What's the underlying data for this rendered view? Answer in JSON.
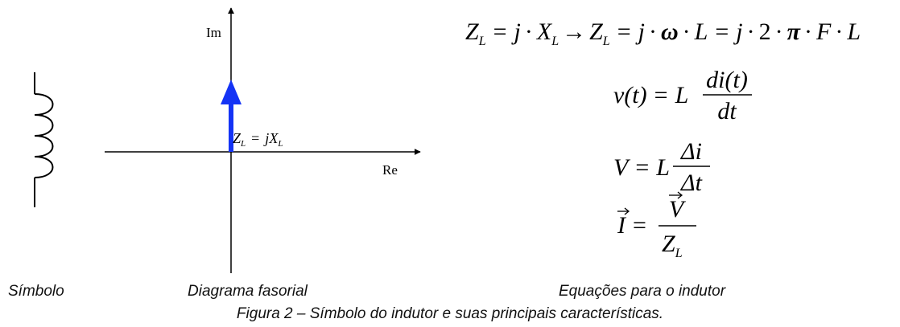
{
  "diagram": {
    "axis_labels": {
      "imaginary": "Im",
      "real": "Re"
    },
    "phasor_label": {
      "main": "Z",
      "sub": "L",
      "eq": "=",
      "j": "j",
      "x": "X",
      "sub2": "L"
    },
    "colors": {
      "phasor": "#1433f5",
      "ink": "#000000"
    }
  },
  "equations": {
    "eq1": {
      "z1": "Z",
      "sub1": "L",
      "eq1": "=",
      "j1": "j",
      "dot1": "·",
      "x": "X",
      "sub2": "L",
      "arrow": "→",
      "z2": "Z",
      "sub3": "L",
      "eq2": "=",
      "j2": "j",
      "dot2": "·",
      "omega": "ω",
      "dot3": "·",
      "l1": "L",
      "eq3": "=",
      "j3": "j",
      "dot4": "·",
      "two": "2",
      "dot5": "·",
      "pi": "π",
      "dot6": "·",
      "f": "F",
      "dot7": "·",
      "l2": "L"
    },
    "eq2": {
      "lhs": "v(t)",
      "eq": "=",
      "l": "L",
      "num": "di(t)",
      "den": "dt"
    },
    "eq3": {
      "lhs": "V",
      "eq": "=",
      "l": "L",
      "num": "Δi",
      "den": "Δt"
    },
    "eq4": {
      "lhs": "I",
      "eq": "=",
      "num": "V",
      "den_main": "Z",
      "den_sub": "L"
    }
  },
  "captions": {
    "symbol": "Símbolo",
    "phasor_diagram": "Diagrama fasorial",
    "equations": "Equações para o indutor",
    "figure": "Figura 2 – Símbolo do indutor e suas principais características."
  }
}
